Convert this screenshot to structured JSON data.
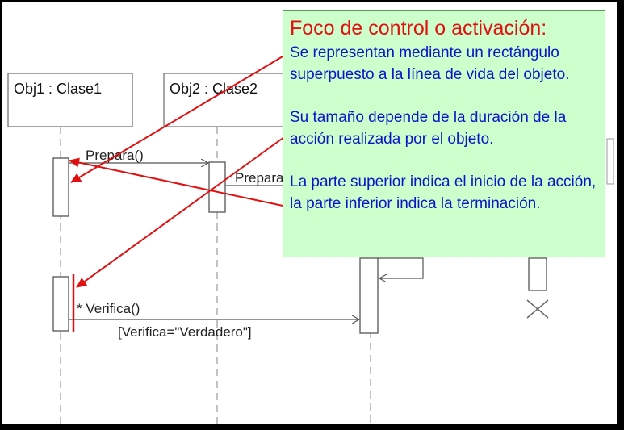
{
  "objects": [
    {
      "id": "obj1",
      "label": "Obj1 : Clase1"
    },
    {
      "id": "obj2",
      "label": "Obj2 : Clase2"
    }
  ],
  "messages": {
    "prepara_1": "Prepara()",
    "prepara_2": "Prepara",
    "verifica": "* Verifica()",
    "verifica_guard": "[Verifica=\"Verdadero\"]"
  },
  "note": {
    "title": "Foco de control o activación:",
    "paragraphs": [
      "Se representan mediante un rectángulo superpuesto a la línea de vida del objeto.",
      "Su tamaño depende de la duración de la acción realizada por el objeto.",
      "La parte superior indica el inicio de la acción, la parte inferior indica la terminación."
    ],
    "background_color": "#ccffcc",
    "title_color": "#e01010",
    "text_color": "#0a14c8"
  },
  "colors": {
    "frame": "#000000",
    "pointer_arrows": "#e01010"
  },
  "icons": [
    "destruction-x-icon"
  ]
}
